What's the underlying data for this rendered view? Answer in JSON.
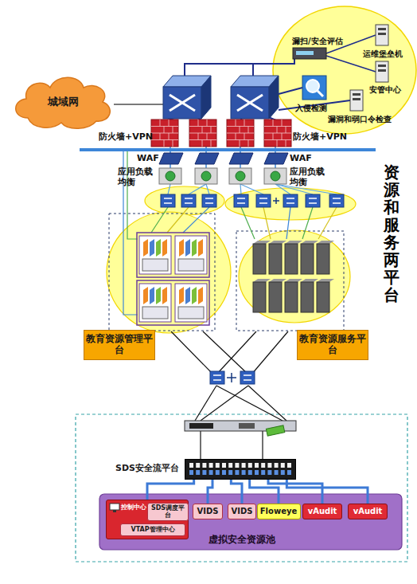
{
  "diagram": {
    "title": "资源和服务两平台",
    "nodes": [
      {
        "text": [
          "城域网"
        ]
      },
      {
        "text": [
          "教育资源管理平台"
        ]
      },
      {
        "text": [
          "教育资源服务平台"
        ]
      },
      {
        "text": [
          "SDS安全流平台"
        ]
      },
      {
        "text": [
          "虚拟安全资源池"
        ]
      },
      {
        "text": [
          "控制中心"
        ],
        "in": 4
      },
      {
        "text": [
          "SDS调度平台"
        ],
        "in": 5
      },
      {
        "text": [
          "VTAP管理中心"
        ],
        "in": 5
      },
      {
        "text": [
          "VIDS"
        ],
        "in": 4
      },
      {
        "text": [
          "VIDS"
        ],
        "in": 4
      },
      {
        "text": [
          "Floweye"
        ],
        "in": 4
      },
      {
        "text": [
          "vAudit"
        ],
        "in": 4
      },
      {
        "text": [
          "vAudit"
        ],
        "in": 4
      }
    ],
    "edges": [
      {
        "from": 3,
        "to": 5,
        "arrow": "none"
      },
      {
        "from": 3,
        "to": 8,
        "arrow": "none"
      },
      {
        "from": 3,
        "to": 9,
        "arrow": "none"
      },
      {
        "from": 3,
        "to": 10,
        "arrow": "none"
      },
      {
        "from": 3,
        "to": 11,
        "arrow": "none"
      },
      {
        "from": 3,
        "to": 12,
        "arrow": "none"
      }
    ],
    "labels": [
      "漏扫/安全评估",
      "运维堡垒机",
      "安管中心",
      "入侵检测",
      "漏洞和弱口令检查",
      "防火墙+VPN",
      "防火墙+VPN",
      "WAF",
      "WAF",
      "应用负载均衡",
      "应用负载均衡"
    ]
  }
}
